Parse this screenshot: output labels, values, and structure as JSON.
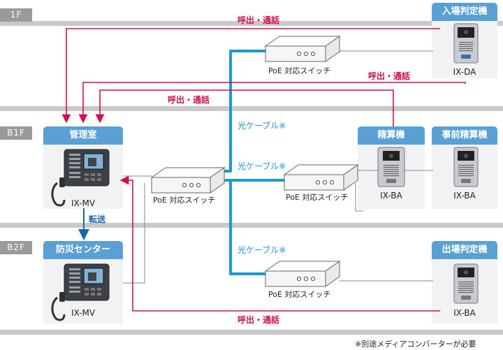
{
  "floors": {
    "f1": "1F",
    "b1f": "B1F",
    "b2f": "B2F"
  },
  "rooms": {
    "entrance": "入場判定機",
    "management": "管理室",
    "settlement": "精算機",
    "pre_settlement": "事前精算機",
    "disaster_center": "防災センター",
    "exit": "出場判定機"
  },
  "devices": {
    "ix_da": "IX-DA",
    "ix_mv_main": "IX-MV",
    "ix_ba_settlement": "IX-BA",
    "ix_ba_pre": "IX-BA",
    "ix_mv_disaster": "IX-MV",
    "ix_ba_exit": "IX-BA"
  },
  "switches": {
    "top": "PoE 対応スイッチ",
    "center": "PoE 対応スイッチ",
    "right": "PoE 対応スイッチ",
    "bottom": "PoE 対応スイッチ"
  },
  "labels": {
    "call_1": "呼出・通話",
    "call_2": "呼出・通話",
    "call_3": "呼出・通話",
    "call_4": "呼出・通話",
    "fiber_1": "光ケーブル※",
    "fiber_2": "光ケーブル※",
    "fiber_3": "光ケーブル※",
    "transfer": "転送"
  },
  "footnote": "※別途メディアコンバーターが必要",
  "colors": {
    "red_line": "#d0104c",
    "fiber_blue": "#1a9ad6",
    "transfer_blue": "#1b66b0",
    "room_header": "#5aa0d4",
    "floor_tag": "#9a9a9a"
  }
}
